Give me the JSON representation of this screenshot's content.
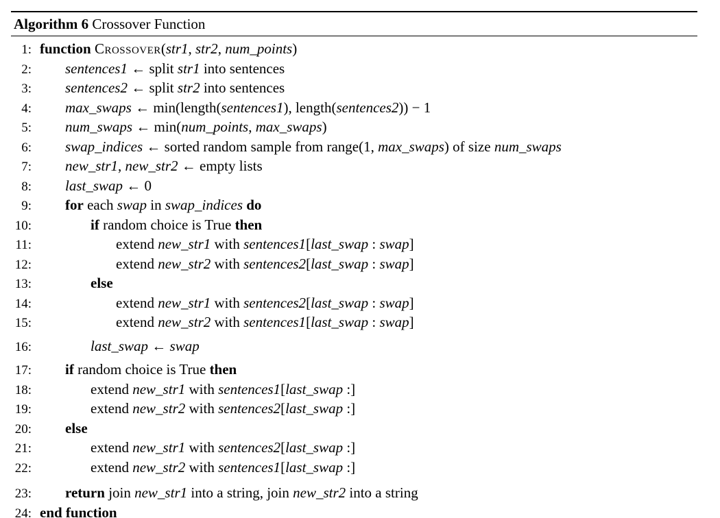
{
  "header": {
    "label": "Algorithm 6",
    "title": " Crossover Function"
  },
  "algorithm": {
    "lines": [
      {
        "num": "1:",
        "indent": 0,
        "gap": "none",
        "segments": [
          {
            "style": "kw",
            "text": "function"
          },
          {
            "style": "txt",
            "text": " "
          },
          {
            "style": "fn",
            "text": "Crossover"
          },
          {
            "style": "txt",
            "text": "("
          },
          {
            "style": "var",
            "text": "str1"
          },
          {
            "style": "txt",
            "text": ", "
          },
          {
            "style": "var",
            "text": "str2"
          },
          {
            "style": "txt",
            "text": ", "
          },
          {
            "style": "var",
            "text": "num_points"
          },
          {
            "style": "txt",
            "text": ")"
          }
        ]
      },
      {
        "num": "2:",
        "indent": 1,
        "gap": "none",
        "segments": [
          {
            "style": "var",
            "text": "sentences1"
          },
          {
            "style": "txt",
            "text": " ← split "
          },
          {
            "style": "var",
            "text": "str1"
          },
          {
            "style": "txt",
            "text": " into sentences"
          }
        ]
      },
      {
        "num": "3:",
        "indent": 1,
        "gap": "none",
        "segments": [
          {
            "style": "var",
            "text": "sentences2"
          },
          {
            "style": "txt",
            "text": " ← split "
          },
          {
            "style": "var",
            "text": "str2"
          },
          {
            "style": "txt",
            "text": " into sentences"
          }
        ]
      },
      {
        "num": "4:",
        "indent": 1,
        "gap": "none",
        "segments": [
          {
            "style": "var",
            "text": "max_swaps"
          },
          {
            "style": "txt",
            "text": " ← min(length("
          },
          {
            "style": "var",
            "text": "sentences1"
          },
          {
            "style": "txt",
            "text": "), length("
          },
          {
            "style": "var",
            "text": "sentences2"
          },
          {
            "style": "txt",
            "text": ")) − 1"
          }
        ]
      },
      {
        "num": "5:",
        "indent": 1,
        "gap": "none",
        "segments": [
          {
            "style": "var",
            "text": "num_swaps"
          },
          {
            "style": "txt",
            "text": " ← min("
          },
          {
            "style": "var",
            "text": "num_points"
          },
          {
            "style": "txt",
            "text": ", "
          },
          {
            "style": "var",
            "text": "max_swaps"
          },
          {
            "style": "txt",
            "text": ")"
          }
        ]
      },
      {
        "num": "6:",
        "indent": 1,
        "gap": "none",
        "segments": [
          {
            "style": "var",
            "text": "swap_indices"
          },
          {
            "style": "txt",
            "text": " ← sorted random sample from range(1, "
          },
          {
            "style": "var",
            "text": "max_swaps"
          },
          {
            "style": "txt",
            "text": ") of size "
          },
          {
            "style": "var",
            "text": "num_swaps"
          }
        ]
      },
      {
        "num": "7:",
        "indent": 1,
        "gap": "none",
        "segments": [
          {
            "style": "var",
            "text": "new_str1"
          },
          {
            "style": "txt",
            "text": ", "
          },
          {
            "style": "var",
            "text": "new_str2"
          },
          {
            "style": "txt",
            "text": " ← empty lists"
          }
        ]
      },
      {
        "num": "8:",
        "indent": 1,
        "gap": "none",
        "segments": [
          {
            "style": "var",
            "text": "last_swap"
          },
          {
            "style": "txt",
            "text": " ← 0"
          }
        ]
      },
      {
        "num": "9:",
        "indent": 1,
        "gap": "none",
        "segments": [
          {
            "style": "kw",
            "text": "for"
          },
          {
            "style": "txt",
            "text": " each "
          },
          {
            "style": "var",
            "text": "swap"
          },
          {
            "style": "txt",
            "text": " in "
          },
          {
            "style": "var",
            "text": "swap_indices"
          },
          {
            "style": "txt",
            "text": " "
          },
          {
            "style": "kw",
            "text": "do"
          }
        ]
      },
      {
        "num": "10:",
        "indent": 2,
        "gap": "none",
        "segments": [
          {
            "style": "kw",
            "text": "if"
          },
          {
            "style": "txt",
            "text": " random choice is True "
          },
          {
            "style": "kw",
            "text": "then"
          }
        ]
      },
      {
        "num": "11:",
        "indent": 3,
        "gap": "none",
        "segments": [
          {
            "style": "txt",
            "text": "extend "
          },
          {
            "style": "var",
            "text": "new_str1"
          },
          {
            "style": "txt",
            "text": " with "
          },
          {
            "style": "var",
            "text": "sentences1"
          },
          {
            "style": "txt",
            "text": "["
          },
          {
            "style": "var",
            "text": "last_swap"
          },
          {
            "style": "txt",
            "text": " : "
          },
          {
            "style": "var",
            "text": "swap"
          },
          {
            "style": "txt",
            "text": "]"
          }
        ]
      },
      {
        "num": "12:",
        "indent": 3,
        "gap": "none",
        "segments": [
          {
            "style": "txt",
            "text": "extend "
          },
          {
            "style": "var",
            "text": "new_str2"
          },
          {
            "style": "txt",
            "text": " with "
          },
          {
            "style": "var",
            "text": "sentences2"
          },
          {
            "style": "txt",
            "text": "["
          },
          {
            "style": "var",
            "text": "last_swap"
          },
          {
            "style": "txt",
            "text": " : "
          },
          {
            "style": "var",
            "text": "swap"
          },
          {
            "style": "txt",
            "text": "]"
          }
        ]
      },
      {
        "num": "13:",
        "indent": 2,
        "gap": "none",
        "segments": [
          {
            "style": "kw",
            "text": "else"
          }
        ]
      },
      {
        "num": "14:",
        "indent": 3,
        "gap": "none",
        "segments": [
          {
            "style": "txt",
            "text": "extend "
          },
          {
            "style": "var",
            "text": "new_str1"
          },
          {
            "style": "txt",
            "text": " with "
          },
          {
            "style": "var",
            "text": "sentences2"
          },
          {
            "style": "txt",
            "text": "["
          },
          {
            "style": "var",
            "text": "last_swap"
          },
          {
            "style": "txt",
            "text": " : "
          },
          {
            "style": "var",
            "text": "swap"
          },
          {
            "style": "txt",
            "text": "]"
          }
        ]
      },
      {
        "num": "15:",
        "indent": 3,
        "gap": "none",
        "segments": [
          {
            "style": "txt",
            "text": "extend "
          },
          {
            "style": "var",
            "text": "new_str2"
          },
          {
            "style": "txt",
            "text": " with "
          },
          {
            "style": "var",
            "text": "sentences1"
          },
          {
            "style": "txt",
            "text": "["
          },
          {
            "style": "var",
            "text": "last_swap"
          },
          {
            "style": "txt",
            "text": " : "
          },
          {
            "style": "var",
            "text": "swap"
          },
          {
            "style": "txt",
            "text": "]"
          }
        ]
      },
      {
        "num": "16:",
        "indent": 2,
        "gap": "small",
        "segments": [
          {
            "style": "var",
            "text": "last_swap"
          },
          {
            "style": "txt",
            "text": " ← "
          },
          {
            "style": "var",
            "text": "swap"
          }
        ]
      },
      {
        "num": "17:",
        "indent": 1,
        "gap": "small",
        "segments": [
          {
            "style": "kw",
            "text": "if"
          },
          {
            "style": "txt",
            "text": " random choice is True "
          },
          {
            "style": "kw",
            "text": "then"
          }
        ]
      },
      {
        "num": "18:",
        "indent": 2,
        "gap": "none",
        "segments": [
          {
            "style": "txt",
            "text": "extend "
          },
          {
            "style": "var",
            "text": "new_str1"
          },
          {
            "style": "txt",
            "text": " with "
          },
          {
            "style": "var",
            "text": "sentences1"
          },
          {
            "style": "txt",
            "text": "["
          },
          {
            "style": "var",
            "text": "last_swap"
          },
          {
            "style": "txt",
            "text": " :]"
          }
        ]
      },
      {
        "num": "19:",
        "indent": 2,
        "gap": "none",
        "segments": [
          {
            "style": "txt",
            "text": "extend "
          },
          {
            "style": "var",
            "text": "new_str2"
          },
          {
            "style": "txt",
            "text": " with "
          },
          {
            "style": "var",
            "text": "sentences2"
          },
          {
            "style": "txt",
            "text": "["
          },
          {
            "style": "var",
            "text": "last_swap"
          },
          {
            "style": "txt",
            "text": " :]"
          }
        ]
      },
      {
        "num": "20:",
        "indent": 1,
        "gap": "none",
        "segments": [
          {
            "style": "kw",
            "text": "else"
          }
        ]
      },
      {
        "num": "21:",
        "indent": 2,
        "gap": "none",
        "segments": [
          {
            "style": "txt",
            "text": "extend "
          },
          {
            "style": "var",
            "text": "new_str1"
          },
          {
            "style": "txt",
            "text": " with "
          },
          {
            "style": "var",
            "text": "sentences2"
          },
          {
            "style": "txt",
            "text": "["
          },
          {
            "style": "var",
            "text": "last_swap"
          },
          {
            "style": "txt",
            "text": " :]"
          }
        ]
      },
      {
        "num": "22:",
        "indent": 2,
        "gap": "none",
        "segments": [
          {
            "style": "txt",
            "text": "extend "
          },
          {
            "style": "var",
            "text": "new_str2"
          },
          {
            "style": "txt",
            "text": " with "
          },
          {
            "style": "var",
            "text": "sentences1"
          },
          {
            "style": "txt",
            "text": "["
          },
          {
            "style": "var",
            "text": "last_swap"
          },
          {
            "style": "txt",
            "text": " :]"
          }
        ]
      },
      {
        "num": "23:",
        "indent": 1,
        "gap": "big",
        "segments": [
          {
            "style": "kw",
            "text": "return"
          },
          {
            "style": "txt",
            "text": " join "
          },
          {
            "style": "var",
            "text": "new_str1"
          },
          {
            "style": "txt",
            "text": " into a string, join "
          },
          {
            "style": "var",
            "text": "new_str2"
          },
          {
            "style": "txt",
            "text": " into a string"
          }
        ]
      },
      {
        "num": "24:",
        "indent": 0,
        "gap": "none",
        "segments": [
          {
            "style": "kw",
            "text": "end function"
          }
        ]
      }
    ]
  }
}
